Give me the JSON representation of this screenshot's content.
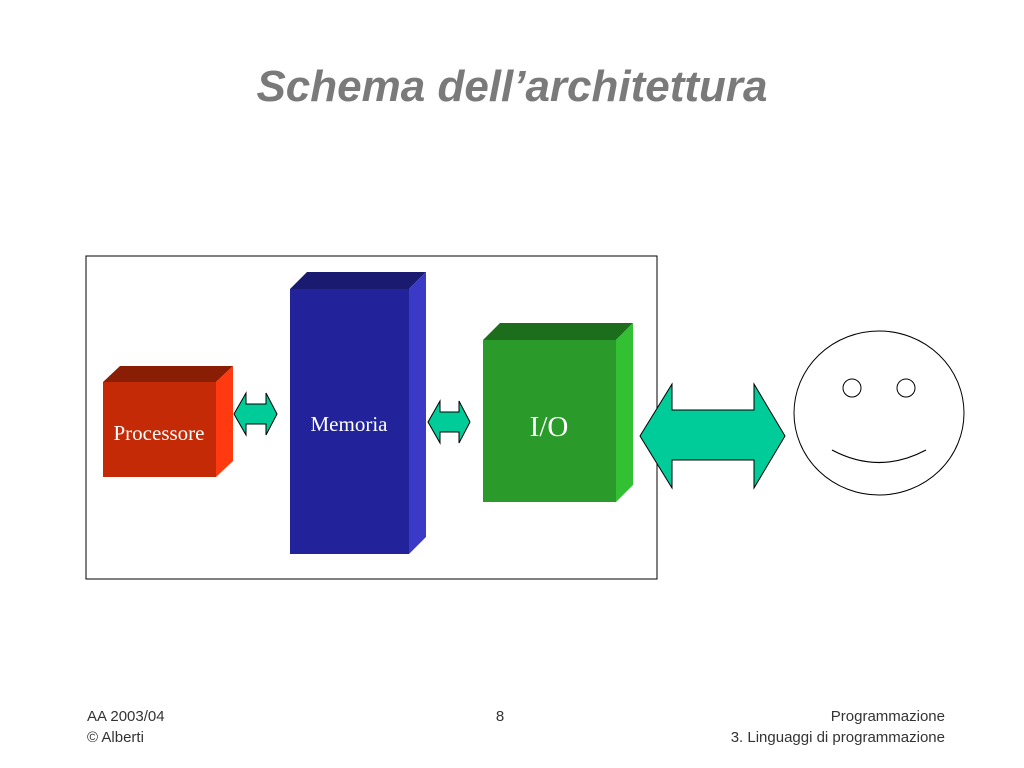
{
  "slide": {
    "title": "Schema dell’architettura"
  },
  "diagram": {
    "processor_label": "Processore",
    "memory_label": "Memoria",
    "io_label": "I/O",
    "user_icon": "smiley-face-icon",
    "colors": {
      "processor": "#c42a05",
      "memory": "#22229a",
      "io": "#2a9a2a",
      "arrow": "#00cc99"
    }
  },
  "footer": {
    "course_year": "AA 2003/04",
    "author": "© Alberti",
    "page_number": "8",
    "course_name": "Programmazione",
    "chapter": "3. Linguaggi di programmazione"
  }
}
